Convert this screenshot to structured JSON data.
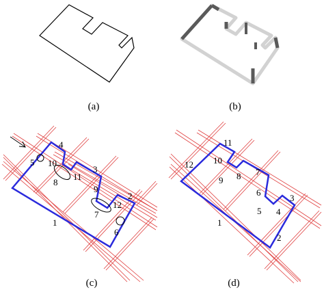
{
  "captions": {
    "a": "(a)",
    "b": "(b)",
    "c": "(c)",
    "d": "(d)"
  },
  "panel_c_labels": [
    "1",
    "2",
    "3",
    "4",
    "5",
    "6",
    "7",
    "8",
    "9",
    "10",
    "11",
    "12"
  ],
  "panel_d_labels": [
    "1",
    "2",
    "3",
    "4",
    "5",
    "6",
    "7",
    "8",
    "9",
    "10",
    "11",
    "12"
  ],
  "colors": {
    "outline": "#000000",
    "extruded_light": "#d2d2d2",
    "extruded_dark": "#5a5a5a",
    "grid_lines": "#e04040",
    "polygon": "#2a2adc"
  }
}
